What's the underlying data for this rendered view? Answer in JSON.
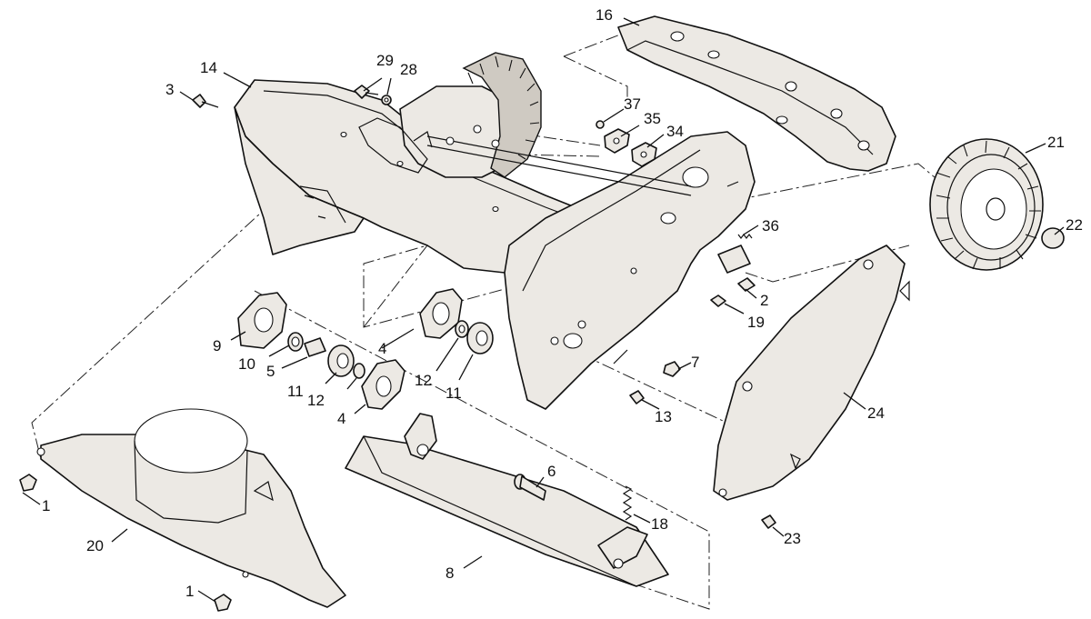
{
  "callouts": {
    "c1a": "1",
    "c1b": "1",
    "c2": "2",
    "c3": "3",
    "c4a": "4",
    "c4b": "4",
    "c5": "5",
    "c6": "6",
    "c7": "7",
    "c8": "8",
    "c9": "9",
    "c10": "10",
    "c11a": "11",
    "c11b": "11",
    "c12a": "12",
    "c12b": "12",
    "c13": "13",
    "c14": "14",
    "c16": "16",
    "c18": "18",
    "c19": "19",
    "c20": "20",
    "c21": "21",
    "c22": "22",
    "c23": "23",
    "c24": "24",
    "c28": "28",
    "c29": "29",
    "c34": "34",
    "c35": "35",
    "c36": "36",
    "c37": "37"
  }
}
